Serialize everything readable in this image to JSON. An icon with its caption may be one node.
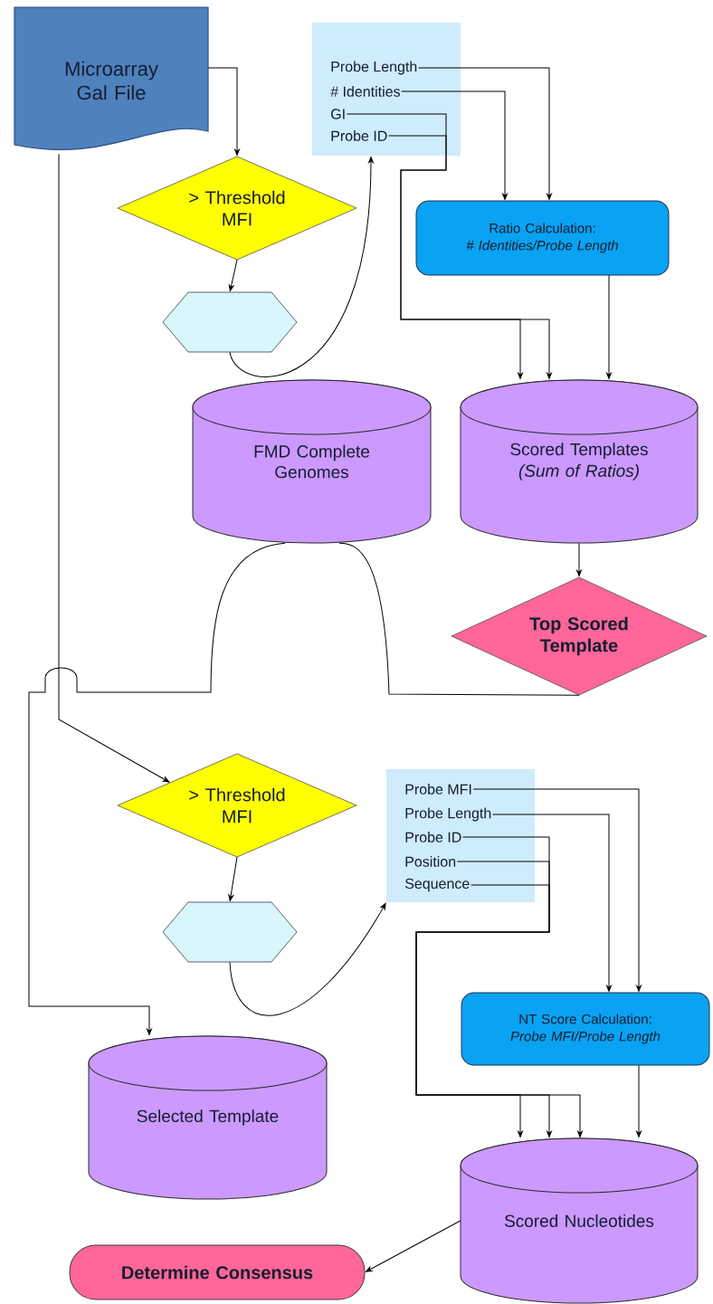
{
  "diagram": {
    "nodes": [
      {
        "text": [
          "Microarray Gal File"
        ]
      },
      {
        "text": [
          "> Threshold MFI"
        ]
      },
      {
        "text": [],
        "shape": "hexagon"
      },
      {
        "text": [],
        "shape": "box"
      },
      {
        "text": [
          "Probe Length"
        ],
        "in": 3
      },
      {
        "text": [
          "# Identities"
        ],
        "in": 3
      },
      {
        "text": [
          "GI"
        ],
        "in": 3
      },
      {
        "text": [
          "Probe ID"
        ],
        "in": 3
      },
      {
        "text": [
          "Ratio Calculation:",
          "# Identities/Probe Length"
        ]
      },
      {
        "text": [
          "FMD Complete Genomes"
        ]
      },
      {
        "text": [
          "Scored Templates",
          "(Sum of Ratios)"
        ]
      },
      {
        "text": [
          "Top Scored Template"
        ]
      },
      {
        "text": [
          "> Threshold MFI"
        ]
      },
      {
        "text": [],
        "shape": "hexagon"
      },
      {
        "text": [],
        "shape": "box"
      },
      {
        "text": [
          "Probe MFI"
        ],
        "in": 14
      },
      {
        "text": [
          "Probe Length"
        ],
        "in": 14
      },
      {
        "text": [
          "Probe ID"
        ],
        "in": 14
      },
      {
        "text": [
          "Position"
        ],
        "in": 14
      },
      {
        "text": [
          "Sequence"
        ],
        "in": 14
      },
      {
        "text": [
          "NT Score Calculation:",
          "Probe MFI/Probe Length"
        ]
      },
      {
        "text": [
          "Selected Template"
        ]
      },
      {
        "text": [
          "Scored Nucleotides"
        ]
      },
      {
        "text": [
          "Determine Consensus"
        ]
      }
    ],
    "edges": [
      {
        "from": 0,
        "to": 1,
        "arrow": "to"
      },
      {
        "from": 1,
        "to": 2,
        "arrow": "to"
      },
      {
        "from": 2,
        "to": 3,
        "arrow": "to"
      },
      {
        "from": 4,
        "to": 8,
        "arrow": "to"
      },
      {
        "from": 5,
        "to": 8,
        "arrow": "to"
      },
      {
        "from": 6,
        "to": 10,
        "arrow": "to"
      },
      {
        "from": 7,
        "to": 10,
        "arrow": "to"
      },
      {
        "from": 8,
        "to": 10,
        "arrow": "to"
      },
      {
        "from": 10,
        "to": 11,
        "arrow": "to"
      },
      {
        "from": 11,
        "to": 9,
        "arrow": "none"
      },
      {
        "from": 9,
        "to": 21,
        "arrow": "to"
      },
      {
        "from": 0,
        "to": 12,
        "arrow": "to"
      },
      {
        "from": 12,
        "to": 13,
        "arrow": "to"
      },
      {
        "from": 13,
        "to": 14,
        "arrow": "to"
      },
      {
        "from": 15,
        "to": 20,
        "arrow": "to"
      },
      {
        "from": 16,
        "to": 20,
        "arrow": "to"
      },
      {
        "from": 17,
        "to": 22,
        "arrow": "to"
      },
      {
        "from": 18,
        "to": 22,
        "arrow": "to"
      },
      {
        "from": 19,
        "to": 22,
        "arrow": "to"
      },
      {
        "from": 20,
        "to": 22,
        "arrow": "to"
      },
      {
        "from": 22,
        "to": 23,
        "arrow": "to"
      }
    ]
  }
}
